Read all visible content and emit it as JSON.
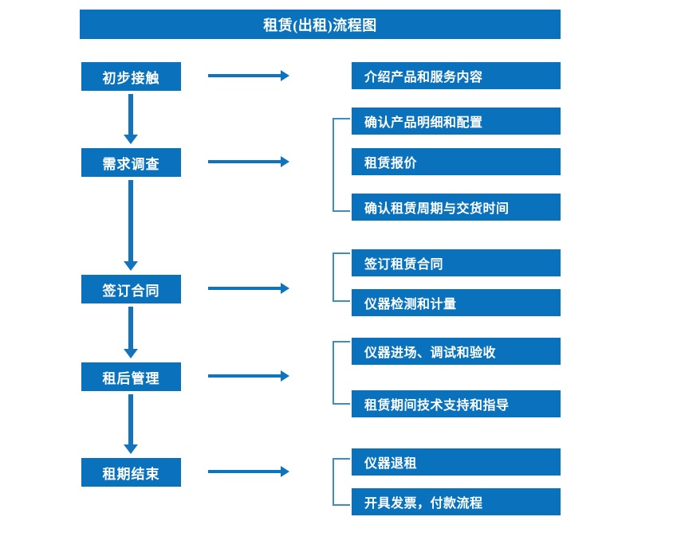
{
  "diagram": {
    "title": "租赁(出租)流程图",
    "colors": {
      "box_blue": "#0a72bd",
      "arrow_blue": "#0d74bd",
      "bracket_blue": "#3e8cc4",
      "text_white": "#ffffff",
      "background": "#ffffff"
    },
    "stages": [
      {
        "label": "初步接触"
      },
      {
        "label": "需求调查"
      },
      {
        "label": "签订合同"
      },
      {
        "label": "租后管理"
      },
      {
        "label": "租期结束"
      }
    ],
    "tasks": [
      {
        "label": "介绍产品和服务内容"
      },
      {
        "label": "确认产品明细和配置"
      },
      {
        "label": "租赁报价"
      },
      {
        "label": "确认租赁周期与交货时间"
      },
      {
        "label": "签订租赁合同"
      },
      {
        "label": "仪器检测和计量"
      },
      {
        "label": "仪器进场、调试和验收"
      },
      {
        "label": "租赁期间技术支持和指导"
      },
      {
        "label": "仪器退租"
      },
      {
        "label": "开具发票，付款流程"
      }
    ]
  }
}
